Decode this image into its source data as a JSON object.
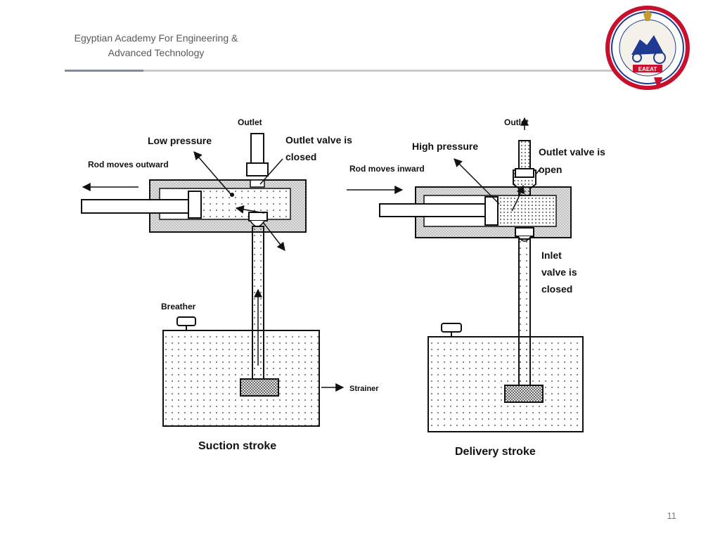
{
  "header": {
    "line1": "Egyptian Academy For Engineering &",
    "line2": "Advanced Technology"
  },
  "logo": {
    "text": "EAEAT"
  },
  "suction": {
    "outlet": "Outlet",
    "low_pressure": "Low pressure",
    "outlet_valve_1": "Outlet valve is",
    "outlet_valve_2": "closed",
    "rod": "Rod moves outward",
    "breather": "Breather",
    "strainer": "Strainer",
    "caption": "Suction stroke"
  },
  "delivery": {
    "outlet": "Outlet",
    "high_pressure": "High pressure",
    "outlet_valve_1": "Outlet valve is",
    "outlet_valve_2": "open",
    "rod": "Rod moves inward",
    "inlet_1": "Inlet",
    "inlet_2": "valve is",
    "inlet_3": "closed",
    "caption": "Delivery stroke"
  },
  "page_number": "11"
}
